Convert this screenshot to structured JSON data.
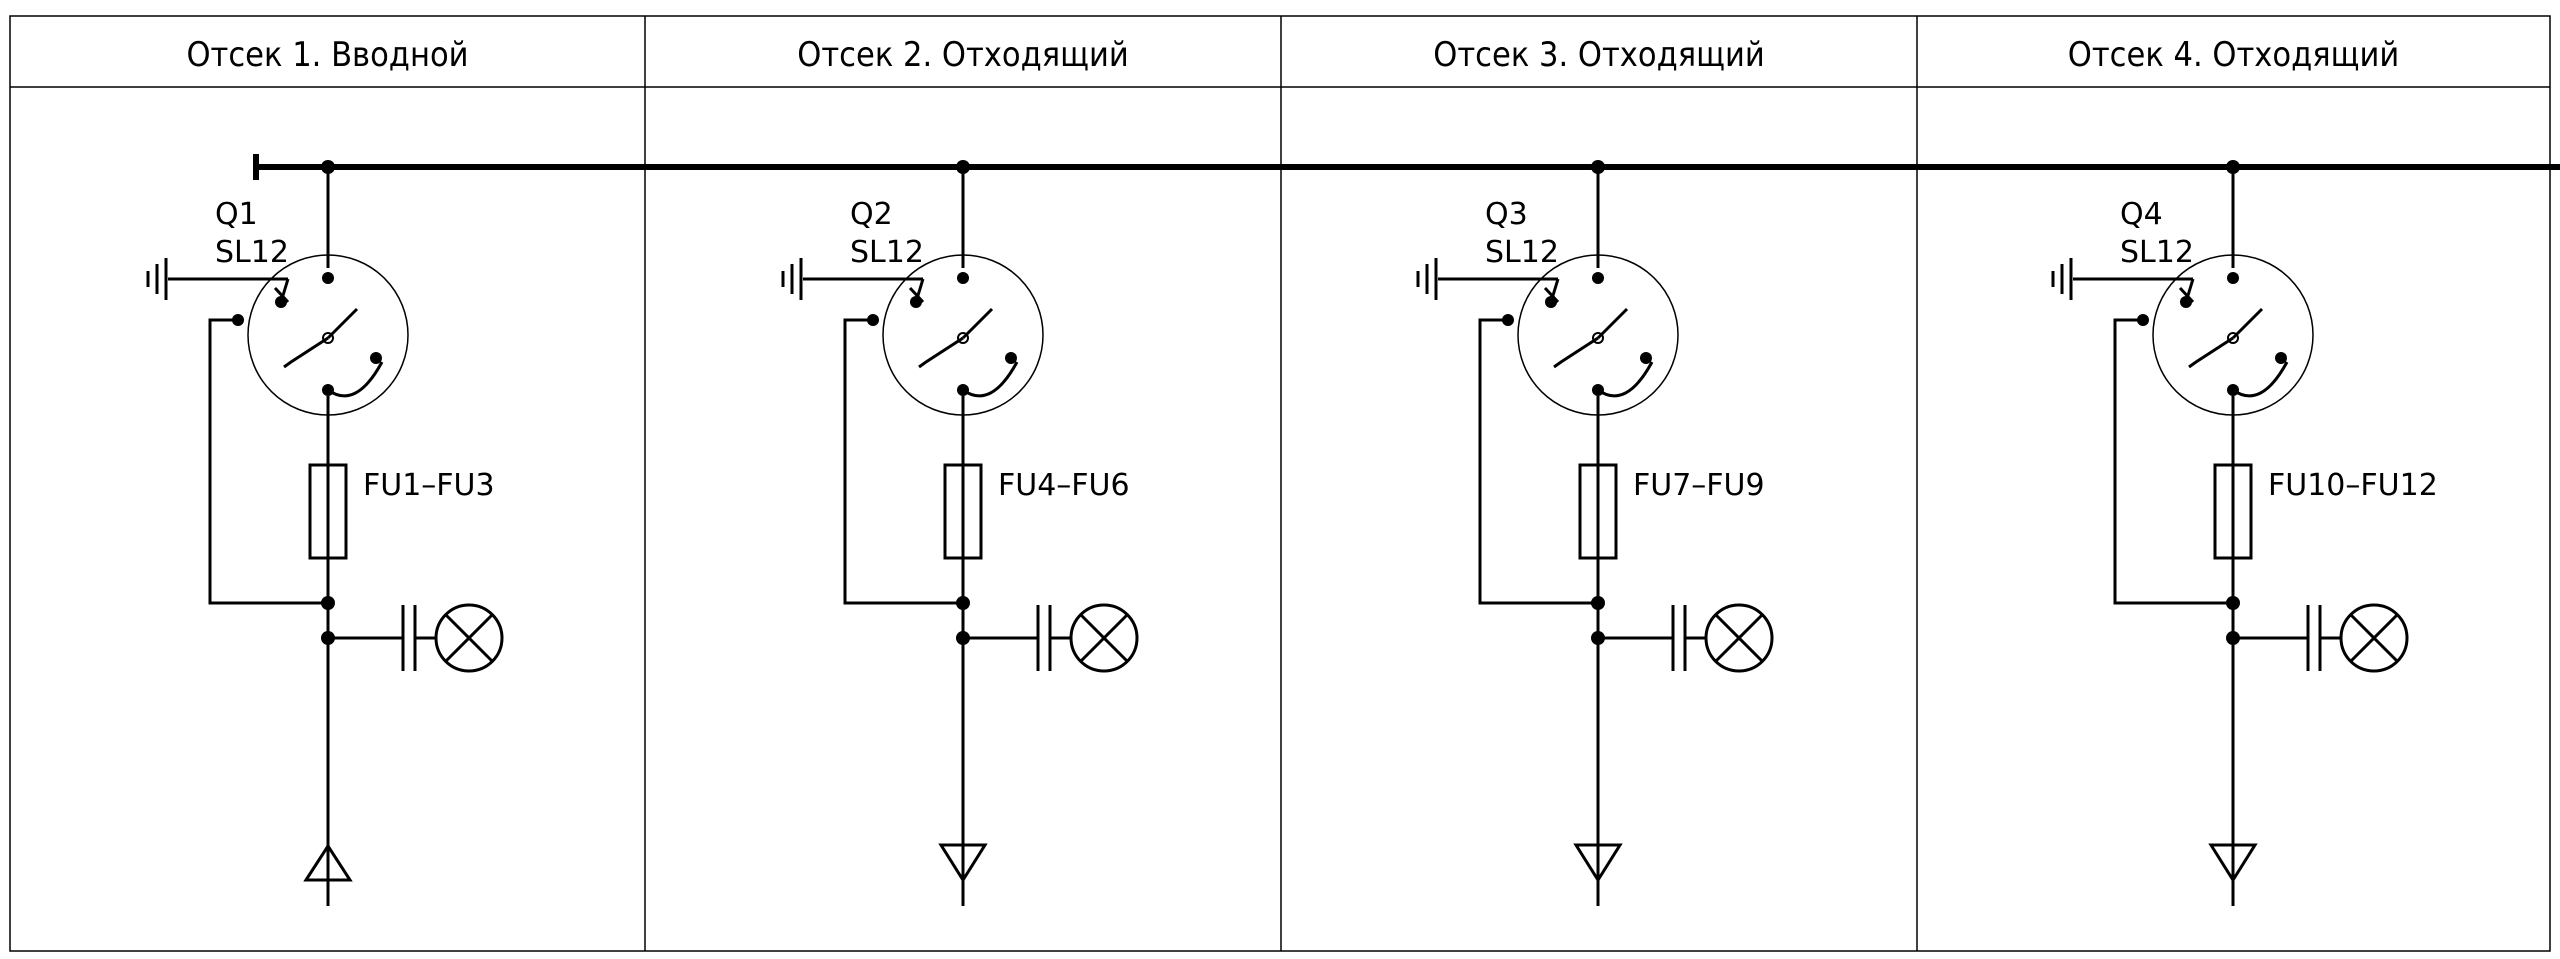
{
  "compartments": [
    {
      "header": "Отсек 1. Вводной",
      "switch_designation": "Q1",
      "switch_type": "SL12",
      "fuse_label": "FU1–FU3",
      "terminal": "cable-entry-up"
    },
    {
      "header": "Отсек 2. Отходящий",
      "switch_designation": "Q2",
      "switch_type": "SL12",
      "fuse_label": "FU4–FU6",
      "terminal": "cable-exit-down"
    },
    {
      "header": "Отсек 3. Отходящий",
      "switch_designation": "Q3",
      "switch_type": "SL12",
      "fuse_label": "FU7–FU9",
      "terminal": "cable-exit-down"
    },
    {
      "header": "Отсек 4. Отходящий",
      "switch_designation": "Q4",
      "switch_type": "SL12",
      "fuse_label": "FU10–FU12",
      "terminal": "cable-exit-down"
    }
  ]
}
